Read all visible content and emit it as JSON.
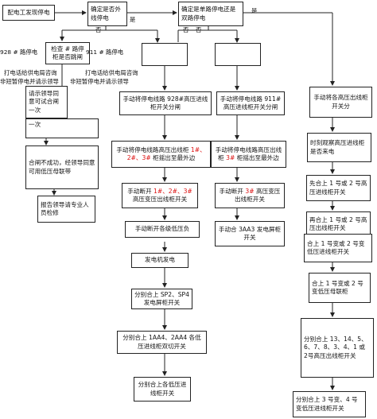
{
  "nodes": {
    "start": "配电工发现停电",
    "q1": "确定是否外线停电",
    "q2": "确定是单路停电还是双路停电",
    "check": "检查 # 路停柜是否跳闸",
    "l928": "928 # 路停电",
    "l911": "911 # 路停电",
    "call1": "打电话给供电局咨询",
    "call2": "打电话给供电局咨询",
    "nonshort1": "非短暂停电并请示领导",
    "nonshort2": "非短暂停电并请示领导",
    "approve": "请示领导同意可试合闸一次",
    "once": "一次",
    "fail": "合闸不成功，经领导同意可用低压母联带",
    "report": "报告领导请专业人员检修",
    "empty1": "",
    "empty2": "",
    "a1": "手动将停电线路 928#高压进线柜开关分闸",
    "a2_pre": "手动将停电线路高压出线柜 ",
    "a2_red": "1#、2#、3#",
    "a2_post": " 柜摇出至最外边",
    "a3_pre": "手动断开 ",
    "a3_red": "1#、2#、3#",
    "a3_post": " 高压变压出线柜开关",
    "a4": "手动断开各级低压负",
    "a5": "发电机发电",
    "a6": "分别合上 SP2、SP4 发电屏柜开关",
    "a7": "分别合上 1AA4、2AA4 各低压进线柜双切开关",
    "a8": "分别合上各低压进线柜开关",
    "b1": "手动将停电线路 911#高压进线柜开关分闸",
    "b2_pre": "手动将停电线路高压出线柜 ",
    "b2_red": "3#",
    "b2_post": " 柜摇出至最外边",
    "b3_pre": "手动断开 ",
    "b3_red": "3#",
    "b3_post": " 高压变压出线柜开关",
    "b4": "手动合 3AA3 发电屏柜开关",
    "c1": "手动将各高压出线柜开关分",
    "c2": "时刻观察高压进线柜是否来电",
    "c3": "先合上 1 号或 2 号高压进线柜开关",
    "c4": "再合上 1 号或 2 号高压出线柜开关",
    "c5": "合上 1 号变或 2 号变低压进线柜开关",
    "c6": "合上 1 号变或 2 号变低压母联柜",
    "c7": "分别合上 13、14、5、6、7、8、3、4、1 或 2号高压出线柜开关",
    "c8": "分别合上 3 号变、4 号变低压进线柜开关"
  },
  "labels": {
    "yes1": "是",
    "no1": "否",
    "yes2": "是",
    "no2": "否",
    "no3": "否"
  }
}
